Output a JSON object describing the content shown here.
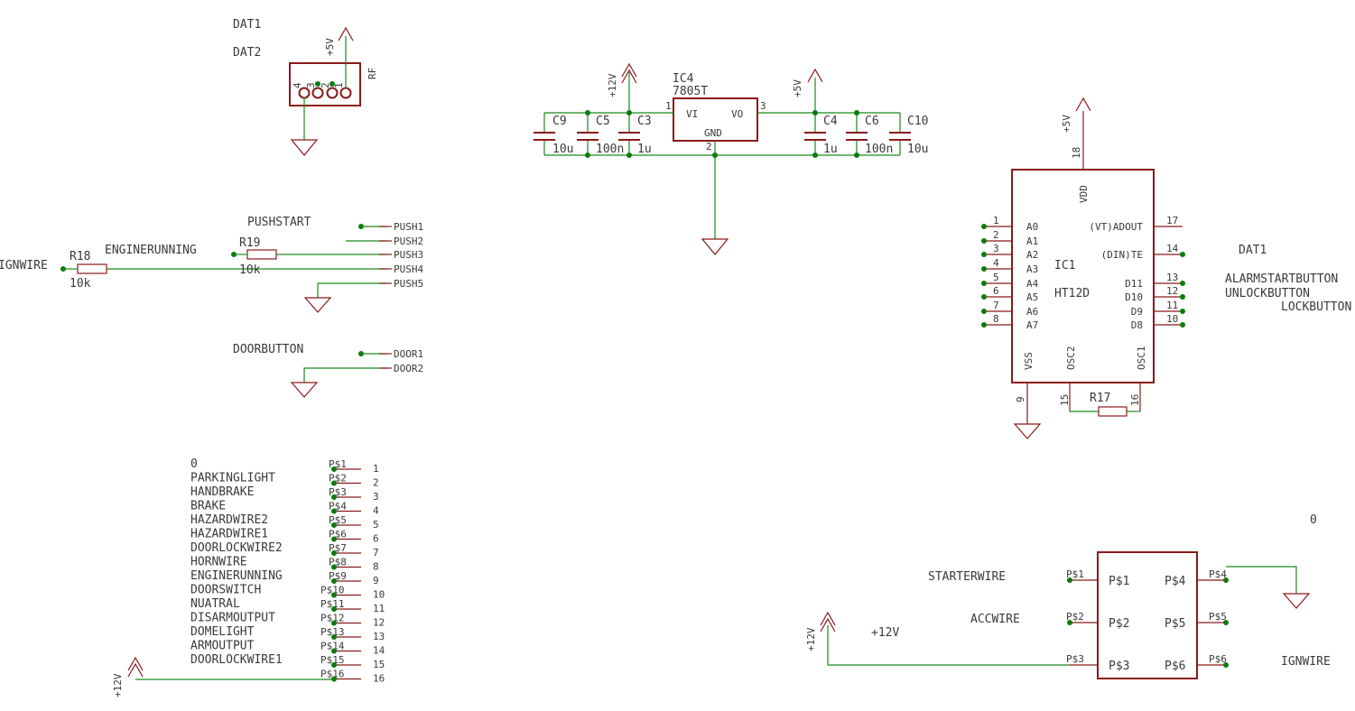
{
  "rf_module": {
    "name": "RF",
    "pins": [
      "4",
      "3",
      "2",
      "1"
    ],
    "power": "+5V",
    "nets": [
      "DAT1",
      "DAT2"
    ]
  },
  "input_header": {
    "title": "PUSHSTART",
    "pins": [
      "PUSH1",
      "PUSH2",
      "PUSH3",
      "PUSH4",
      "PUSH5"
    ],
    "r18": {
      "name": "R18",
      "value": "10k"
    },
    "r19": {
      "name": "R19",
      "value": "10k"
    },
    "net_left": "IGNWIRE",
    "net_engine": "ENGINERUNNING",
    "door_title": "DOORBUTTON",
    "door_pins": [
      "DOOR1",
      "DOOR2"
    ]
  },
  "regulator": {
    "name": "IC4",
    "value": "7805T",
    "vi": "VI",
    "vo": "VO",
    "gnd": "GND",
    "pin_in": "1",
    "pin_out": "3",
    "pin_gnd": "2",
    "vin": "+12V",
    "vout": "+5V",
    "caps_in": [
      {
        "name": "C9",
        "value": "10u"
      },
      {
        "name": "C5",
        "value": "100n"
      },
      {
        "name": "C3",
        "value": "1u"
      }
    ],
    "caps_out": [
      {
        "name": "C4",
        "value": "1u"
      },
      {
        "name": "C6",
        "value": "100n"
      },
      {
        "name": "C10",
        "value": "10u"
      }
    ]
  },
  "decoder": {
    "name": "IC1",
    "value": "HT12D",
    "vdd": "VDD",
    "vss": "VSS",
    "osc2": "OSC2",
    "osc1": "OSC1",
    "power": "+5V",
    "pin_vdd": "18",
    "pin_vss": "9",
    "pin_osc2": "15",
    "pin_osc1": "16",
    "left_pins": [
      {
        "num": "1",
        "name": "A0"
      },
      {
        "num": "2",
        "name": "A1"
      },
      {
        "num": "3",
        "name": "A2"
      },
      {
        "num": "4",
        "name": "A3"
      },
      {
        "num": "5",
        "name": "A4"
      },
      {
        "num": "6",
        "name": "A5"
      },
      {
        "num": "7",
        "name": "A6"
      },
      {
        "num": "8",
        "name": "A7"
      }
    ],
    "right_pins": [
      {
        "num": "17",
        "name": "(VT)ADOUT"
      },
      {
        "num": "14",
        "name": "(DIN)TE"
      },
      {
        "num": "13",
        "name": "D11"
      },
      {
        "num": "12",
        "name": "D10"
      },
      {
        "num": "11",
        "name": "D9"
      },
      {
        "num": "10",
        "name": "D8"
      }
    ],
    "r17": "R17",
    "nets": {
      "dat1": "DAT1",
      "alarm": "ALARMSTARTBUTTON",
      "unlock": "UNLOCKBUTTON",
      "lock": "LOCKBUTTON"
    }
  },
  "connector16": {
    "power": "+12V",
    "rows": [
      {
        "net": "0",
        "pad": "P$1",
        "num": "1"
      },
      {
        "net": "PARKINGLIGHT",
        "pad": "P$2",
        "num": "2"
      },
      {
        "net": "HANDBRAKE",
        "pad": "P$3",
        "num": "3"
      },
      {
        "net": "BRAKE",
        "pad": "P$4",
        "num": "4"
      },
      {
        "net": "HAZARDWIRE2",
        "pad": "P$5",
        "num": "5"
      },
      {
        "net": "HAZARDWIRE1",
        "pad": "P$6",
        "num": "6"
      },
      {
        "net": "DOORLOCKWIRE2",
        "pad": "P$7",
        "num": "7"
      },
      {
        "net": "HORNWIRE",
        "pad": "P$8",
        "num": "8"
      },
      {
        "net": "ENGINERUNNING",
        "pad": "P$9",
        "num": "9"
      },
      {
        "net": "DOORSWITCH",
        "pad": "P$10",
        "num": "10"
      },
      {
        "net": "NUATRAL",
        "pad": "P$11",
        "num": "11"
      },
      {
        "net": "DISARMOUTPUT",
        "pad": "P$12",
        "num": "12"
      },
      {
        "net": "DOMELIGHT",
        "pad": "P$13",
        "num": "13"
      },
      {
        "net": "ARMOUTPUT",
        "pad": "P$14",
        "num": "14"
      },
      {
        "net": "DOORLOCKWIRE1",
        "pad": "P$15",
        "num": "15"
      },
      {
        "net": "",
        "pad": "P$16",
        "num": "16"
      }
    ]
  },
  "relay_block": {
    "left_pads": [
      "P$1",
      "P$2",
      "P$3"
    ],
    "right_pads": [
      "P$4",
      "P$5",
      "P$6"
    ],
    "nets": {
      "starter": "STARTERWIRE",
      "acc": "ACCWIRE",
      "v12": "+12V",
      "ign": "IGNWIRE",
      "zero": "0"
    },
    "power": "+12V"
  },
  "colors": {
    "part": "#8b1a1a",
    "net": "#1b8a1b",
    "text": "#3a3a3a"
  }
}
